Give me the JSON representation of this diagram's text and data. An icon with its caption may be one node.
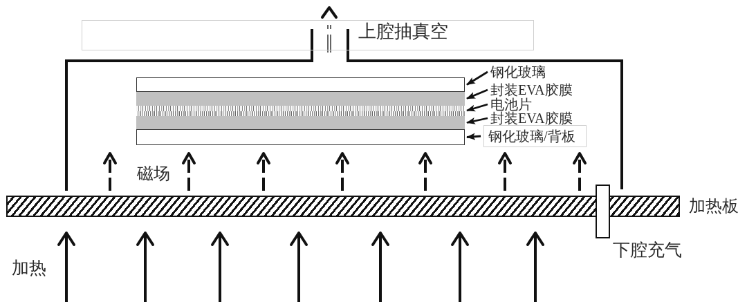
{
  "diagram": {
    "nodes": [
      {
        "text": [
          "上腔抽真空"
        ]
      },
      {
        "text": [
          "钢化玻璃"
        ]
      },
      {
        "text": [
          "封装EVA胶膜"
        ]
      },
      {
        "text": [
          "电池片"
        ]
      },
      {
        "text": [
          "封装EVA胶膜"
        ]
      },
      {
        "text": [
          "钢化玻璃/背板"
        ]
      },
      {
        "text": [],
        "shape": "box"
      },
      {
        "text": [],
        "shape": "bar"
      },
      {
        "text": [],
        "shape": "bar"
      },
      {
        "text": [],
        "shape": "bar"
      },
      {
        "text": [],
        "shape": "box"
      },
      {
        "text": [],
        "shape": "bar",
        "beside": [
          "加热板"
        ]
      },
      {
        "text": [],
        "shape": "box",
        "beside": [
          "下腔充气"
        ]
      }
    ],
    "edges": [
      {
        "from": 1,
        "to": 6,
        "arrow": "to"
      },
      {
        "from": 2,
        "to": 7,
        "arrow": "to"
      },
      {
        "from": 3,
        "to": 8,
        "arrow": "to"
      },
      {
        "from": 4,
        "to": 9,
        "arrow": "to"
      },
      {
        "from": 5,
        "to": 10,
        "arrow": "to"
      }
    ],
    "labels": [
      "磁场",
      "加热"
    ]
  }
}
